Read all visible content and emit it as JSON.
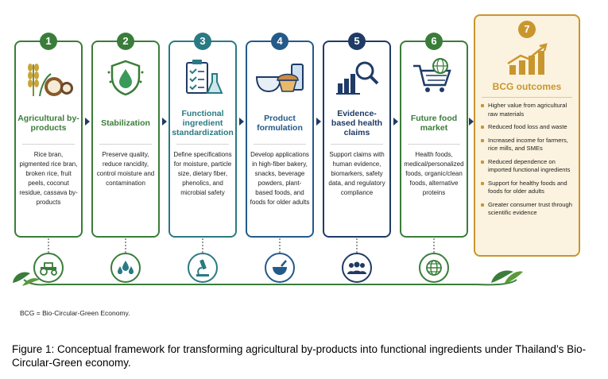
{
  "steps": [
    {
      "number": "1",
      "title": "Agricultural by-products",
      "description": "Rice bran, pigmented rice bran, broken rice, fruit peels, coconut residue, cassava by-products",
      "color": "#3a7d3a",
      "icon": "rice-coconut-icon",
      "bottom_icon": "tractor-icon"
    },
    {
      "number": "2",
      "title": "Stabilization",
      "description": "Preserve quality, reduce rancidity, control moisture and contamination",
      "color": "#3a7d3a",
      "icon": "shield-drop-icon",
      "bottom_icon": "water-drops-icon"
    },
    {
      "number": "3",
      "title": "Functional ingredient standardization",
      "description": "Define specifications for moisture, particle size, dietary fiber, phenolics, and microbial safety",
      "color": "#2a7a84",
      "icon": "clipboard-flask-icon",
      "bottom_icon": "microscope-icon"
    },
    {
      "number": "4",
      "title": "Product formulation",
      "description": "Develop applications in high-fiber bakery, snacks, beverage powders, plant-based foods, and foods for older adults",
      "color": "#235a8a",
      "icon": "bowl-muffin-icon",
      "bottom_icon": "mortar-pestle-icon"
    },
    {
      "number": "5",
      "title": "Evidence-based health claims",
      "description": "Support claims with human evidence, biomarkers, safety data, and regulatory compliance",
      "color": "#1f3b66",
      "icon": "chart-magnifier-icon",
      "bottom_icon": "people-icon"
    },
    {
      "number": "6",
      "title": "Future food market",
      "description": "Health foods, medical/personalized foods, organic/clean foods, alternative proteins",
      "color": "#3a7d3a",
      "icon": "cart-globe-icon",
      "bottom_icon": "globe-icon"
    }
  ],
  "outcomes": {
    "number": "7",
    "title": "BCG outcomes",
    "color": "#c9962e",
    "icon": "rising-bars-icon",
    "items": [
      "Higher value from agricultural raw materials",
      "Reduced food loss and waste",
      "Increased income for farmers, rice mills, and SMEs",
      "Reduced dependence on imported functional ingredients",
      "Support for healthy foods and foods for older adults",
      "Greater consumer trust through scientific evidence"
    ]
  },
  "note": "BCG = Bio-Circular-Green Economy.",
  "caption": "Figure 1: Conceptual framework for transforming agricultural by-products into functional ingredients under Thailand’s Bio-Circular-Green economy."
}
